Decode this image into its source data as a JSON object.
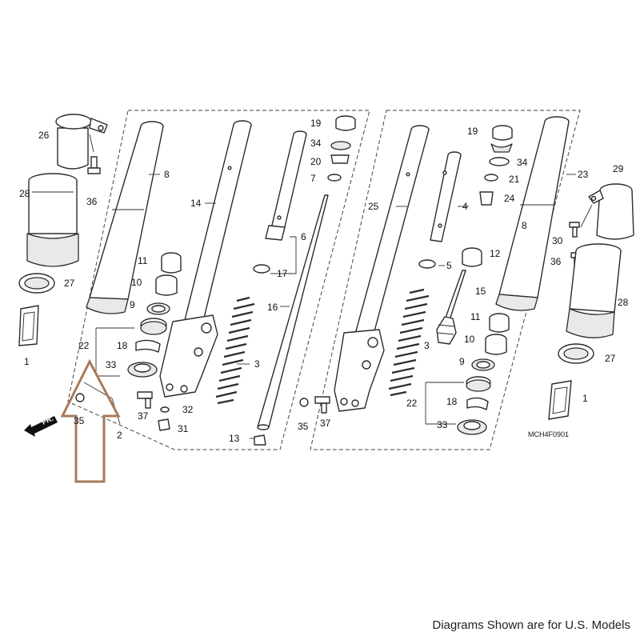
{
  "diagram": {
    "code": "MCH4F0901",
    "direction_label": "FR.",
    "caption": "Diagrams Shown are for U.S. Models",
    "callouts": {
      "c26": "26",
      "c36a": "36",
      "c28a": "28",
      "c27a": "27",
      "c1a": "1",
      "c8a": "8",
      "c11a": "11",
      "c10a": "10",
      "c9a": "9",
      "c22a": "22",
      "c18a": "18",
      "c33a": "33",
      "c35a": "35",
      "c2": "2",
      "c37a": "37",
      "c32": "32",
      "c31": "31",
      "c14": "14",
      "c3a": "3",
      "c13": "13",
      "c19a": "19",
      "c34a": "34",
      "c20": "20",
      "c7": "7",
      "c6": "6",
      "c17": "17",
      "c16": "16",
      "c25": "25",
      "c4": "4",
      "c5": "5",
      "c12": "12",
      "c15": "15",
      "c3b": "3",
      "c11b": "11",
      "c10b": "10",
      "c9b": "9",
      "c22b": "22",
      "c18b": "18",
      "c33b": "33",
      "c35b": "35",
      "c37b": "37",
      "c19b": "19",
      "c34b": "34",
      "c21": "21",
      "c24": "24",
      "c8b": "8",
      "c23": "23",
      "c29": "29",
      "c30": "30",
      "c36b": "36",
      "c28b": "28",
      "c27b": "27",
      "c1b": "1"
    },
    "highlight_arrow_color": "#a87a5a"
  }
}
